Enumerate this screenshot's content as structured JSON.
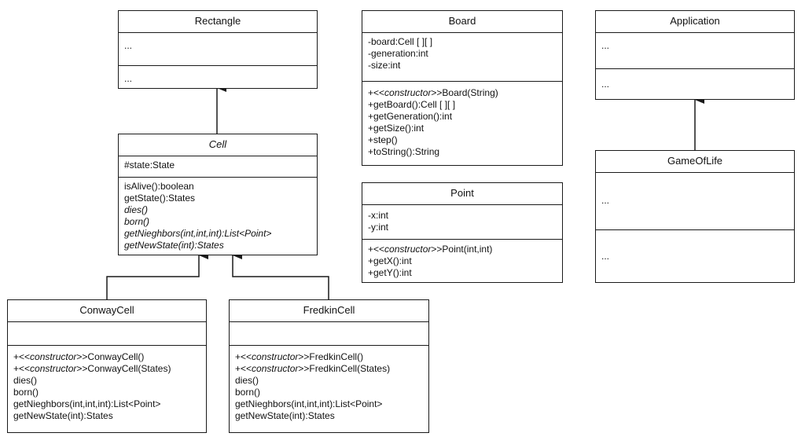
{
  "rectangle": {
    "name": "Rectangle",
    "attributes": [
      "..."
    ],
    "methods": [
      "..."
    ]
  },
  "cell": {
    "name": "Cell",
    "attributes": [
      "#state:State"
    ],
    "methods": [
      {
        "text": "isAlive():boolean",
        "italic": false
      },
      {
        "text": "getState():States",
        "italic": false
      },
      {
        "text": "dies()",
        "italic": true
      },
      {
        "text": "born()",
        "italic": true
      },
      {
        "text": "getNieghbors(int,int,int):List<Point>",
        "italic": true
      },
      {
        "text": "getNewState(int):States",
        "italic": true
      }
    ]
  },
  "conwaycell": {
    "name": "ConwayCell",
    "attributes": [],
    "methods": [
      {
        "prefix": "+<<",
        "stereotype": "constructor",
        "suffix": ">>ConwayCell()"
      },
      {
        "prefix": "+<<",
        "stereotype": "constructor",
        "suffix": ">>ConwayCell(States)"
      },
      {
        "text": "dies()"
      },
      {
        "text": "born()"
      },
      {
        "text": "getNieghbors(int,int,int):List<Point>"
      },
      {
        "text": "getNewState(int):States"
      }
    ]
  },
  "fredkincell": {
    "name": "FredkinCell",
    "attributes": [],
    "methods": [
      {
        "prefix": "+<<",
        "stereotype": "constructor",
        "suffix": ">>FredkinCell()"
      },
      {
        "prefix": "+<<",
        "stereotype": "constructor",
        "suffix": ">>FredkinCell(States)"
      },
      {
        "text": "dies()"
      },
      {
        "text": "born()"
      },
      {
        "text": "getNieghbors(int,int,int):List<Point>"
      },
      {
        "text": "getNewState(int):States"
      }
    ]
  },
  "board": {
    "name": "Board",
    "attributes": [
      "-board:Cell [ ][ ]",
      "-generation:int",
      "-size:int"
    ],
    "methods": [
      {
        "prefix": "+<<",
        "stereotype": "constructor",
        "suffix": ">>Board(String)"
      },
      {
        "text": "+getBoard():Cell [ ][ ]"
      },
      {
        "text": "+getGeneration():int"
      },
      {
        "text": "+getSize():int"
      },
      {
        "text": "+step()"
      },
      {
        "text": "+toString():String"
      }
    ]
  },
  "point": {
    "name": "Point",
    "attributes": [
      "-x:int",
      "-y:int"
    ],
    "methods": [
      {
        "prefix": "+<<",
        "stereotype": "constructor",
        "suffix": ">>Point(int,int)"
      },
      {
        "text": "+getX():int"
      },
      {
        "text": "+getY():int"
      }
    ]
  },
  "application": {
    "name": "Application",
    "attributes": [
      "..."
    ],
    "methods": [
      "..."
    ]
  },
  "gameoflife": {
    "name": "GameOfLife",
    "attributes": [
      "..."
    ],
    "methods": [
      "..."
    ]
  },
  "colors": {
    "line": "#1a1a1a",
    "text": "#111111",
    "background": "#ffffff"
  }
}
